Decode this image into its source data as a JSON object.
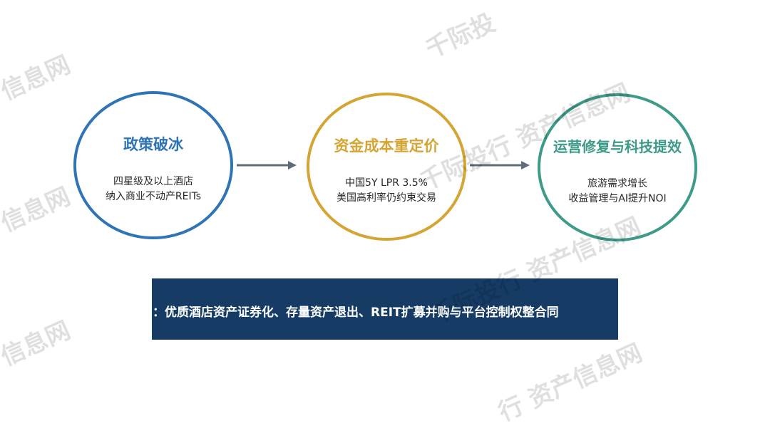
{
  "steps": [
    {
      "title": "政策破冰",
      "lines": [
        "四星级及以上酒店",
        "纳入商业不动产REITs"
      ],
      "color": "#2f74b5"
    },
    {
      "title": "资金成本重定价",
      "lines": [
        "中国5Y LPR 3.5%",
        "美国高利率仍约束交易"
      ],
      "color": "#d4a534"
    },
    {
      "title": "运营修复与科技提效",
      "lines": [
        "旅游需求增长",
        "收益管理与AI提升NOI"
      ],
      "color": "#3e9a89"
    }
  ],
  "banner": {
    "text": "口：优质酒店资产证券化、存量资产退出、REIT扩募并购与平台控制权整合同"
  },
  "watermark": {
    "full": "千际投行 资产信息网",
    "a": "千际投",
    "b": "信息网",
    "c": "行 资产信息网"
  },
  "colors": {
    "arrow": "#5f6b78",
    "banner_bg": "#163c66"
  }
}
